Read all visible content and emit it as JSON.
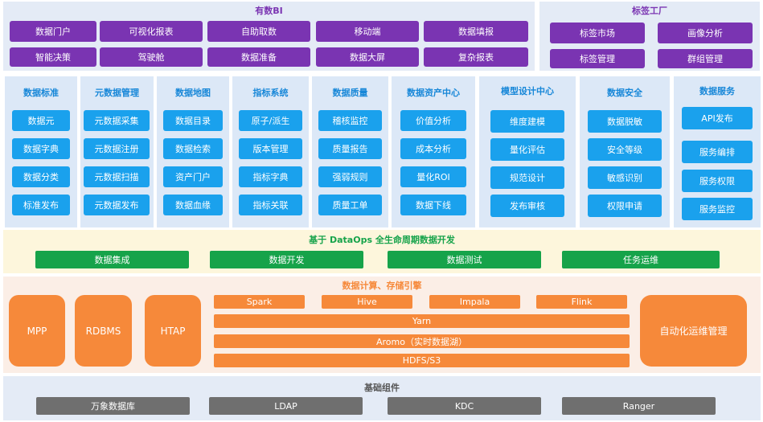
{
  "bi": {
    "title": "有数BI",
    "row1": [
      "数据门户",
      "可视化报表",
      "自助取数",
      "移动端",
      "数据填报"
    ],
    "row2": [
      "智能决策",
      "驾驶舱",
      "数据准备",
      "数据大屏",
      "复杂报表"
    ]
  },
  "tag_factory": {
    "title": "标签工厂",
    "row1": [
      "标签市场",
      "画像分析"
    ],
    "row2": [
      "标签管理",
      "群组管理"
    ]
  },
  "columns": [
    {
      "title": "数据标准",
      "items": [
        "数据元",
        "数据字典",
        "数据分类",
        "标准发布"
      ]
    },
    {
      "title": "元数据管理",
      "items": [
        "元数据采集",
        "元数据注册",
        "元数据扫描",
        "元数据发布"
      ]
    },
    {
      "title": "数据地图",
      "items": [
        "数据目录",
        "数据检索",
        "资产门户",
        "数据血缘"
      ]
    },
    {
      "title": "指标系统",
      "items": [
        "原子/派生",
        "版本管理",
        "指标字典",
        "指标关联"
      ]
    },
    {
      "title": "数据质量",
      "items": [
        "稽核监控",
        "质量报告",
        "强弱规则",
        "质量工单"
      ]
    },
    {
      "title": "数据资产中心",
      "items": [
        "价值分析",
        "成本分析",
        "量化ROI",
        "数据下线"
      ]
    },
    {
      "title": "模型设计中心",
      "items": [
        "维度建模",
        "量化评估",
        "规范设计",
        "发布审核"
      ]
    },
    {
      "title": "数据安全",
      "items": [
        "数据脱敏",
        "安全等级",
        "敏感识别",
        "权限申请"
      ]
    },
    {
      "title": "数据服务",
      "items": [
        "API发布",
        "服务编排",
        "服务权限",
        "服务监控"
      ]
    }
  ],
  "dataops": {
    "title": "基于 DataOps 全生命周期数据开发",
    "items": [
      "数据集成",
      "数据开发",
      "数据测试",
      "任务运维"
    ]
  },
  "engine": {
    "title": "数据计算、存储引擎",
    "left": [
      "MPP",
      "RDBMS",
      "HTAP"
    ],
    "compute": [
      "Spark",
      "Hive",
      "Impala",
      "Flink"
    ],
    "yarn": "Yarn",
    "aromo": "Aromo（实时数据湖）",
    "hdfs": "HDFS/S3",
    "right": "自动化运维管理"
  },
  "base": {
    "title": "基础组件",
    "items": [
      "万象数据库",
      "LDAP",
      "KDC",
      "Ranger"
    ]
  },
  "colors": {
    "purple": "#7a34b2",
    "blue": "#1aa1ed",
    "green": "#16a34a",
    "orange": "#f6893a",
    "gray": "#6f6f6f"
  }
}
